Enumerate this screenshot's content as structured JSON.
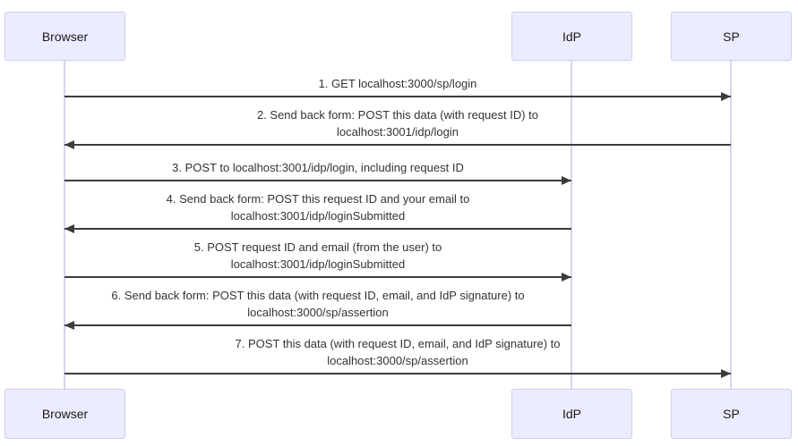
{
  "diagram": {
    "type": "sequence-diagram",
    "colors": {
      "actor_fill": "#ECECFF",
      "actor_border": "#CCCCFF",
      "lifeline": "#d9d4ee",
      "arrow": "#3c3c3c",
      "text": "#333333",
      "background": "#ffffff"
    },
    "actors": [
      {
        "id": "browser",
        "label": "Browser"
      },
      {
        "id": "idp",
        "label": "IdP"
      },
      {
        "id": "sp",
        "label": "SP"
      }
    ],
    "messages": [
      {
        "from": "browser",
        "to": "sp",
        "arrow": "solid-filled",
        "lines": [
          "1. GET localhost:3000/sp/login"
        ]
      },
      {
        "from": "sp",
        "to": "browser",
        "arrow": "solid-filled",
        "lines": [
          "2. Send back form: POST this data (with request ID) to",
          "localhost:3001/idp/login"
        ]
      },
      {
        "from": "browser",
        "to": "idp",
        "arrow": "solid-filled",
        "lines": [
          "3. POST to localhost:3001/idp/login, including request ID"
        ]
      },
      {
        "from": "idp",
        "to": "browser",
        "arrow": "solid-filled",
        "lines": [
          "4. Send back form: POST this request ID and your email to",
          "localhost:3001/idp/loginSubmitted"
        ]
      },
      {
        "from": "browser",
        "to": "idp",
        "arrow": "solid-filled",
        "lines": [
          "5. POST request ID and email (from the user) to",
          "localhost:3001/idp/loginSubmitted"
        ]
      },
      {
        "from": "idp",
        "to": "browser",
        "arrow": "solid-filled",
        "lines": [
          "6. Send back form: POST this data (with request ID, email, and IdP signature) to",
          "localhost:3000/sp/assertion"
        ]
      },
      {
        "from": "browser",
        "to": "sp",
        "arrow": "solid-filled",
        "lines": [
          "7. POST this data (with request ID, email, and IdP signature) to",
          "localhost:3000/sp/assertion"
        ]
      }
    ]
  }
}
